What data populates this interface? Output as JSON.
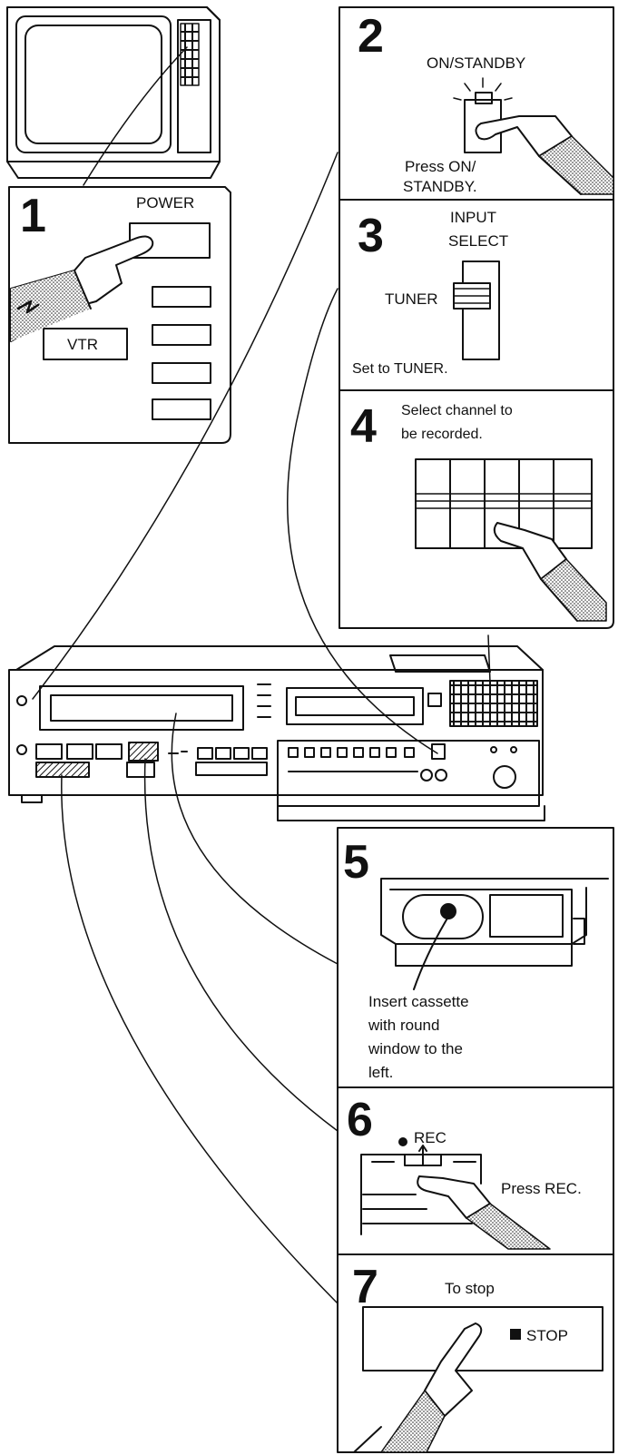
{
  "steps": [
    {
      "number": "1",
      "label": "POWER",
      "button": "VTR"
    },
    {
      "number": "2",
      "label": "ON/STANDBY",
      "line1": "Press ON/",
      "line2": "STANDBY."
    },
    {
      "number": "3",
      "label1": "INPUT",
      "label2": "SELECT",
      "switch": "TUNER",
      "caption": "Set to TUNER."
    },
    {
      "number": "4",
      "line1": "Select channel to",
      "line2": "be recorded."
    },
    {
      "number": "5",
      "line1": "Insert cassette",
      "line2": "with round",
      "line3": "window to the",
      "line4": "left."
    },
    {
      "number": "6",
      "label": "REC",
      "caption": "Press REC."
    },
    {
      "number": "7",
      "caption": "To stop",
      "button": "STOP"
    }
  ]
}
